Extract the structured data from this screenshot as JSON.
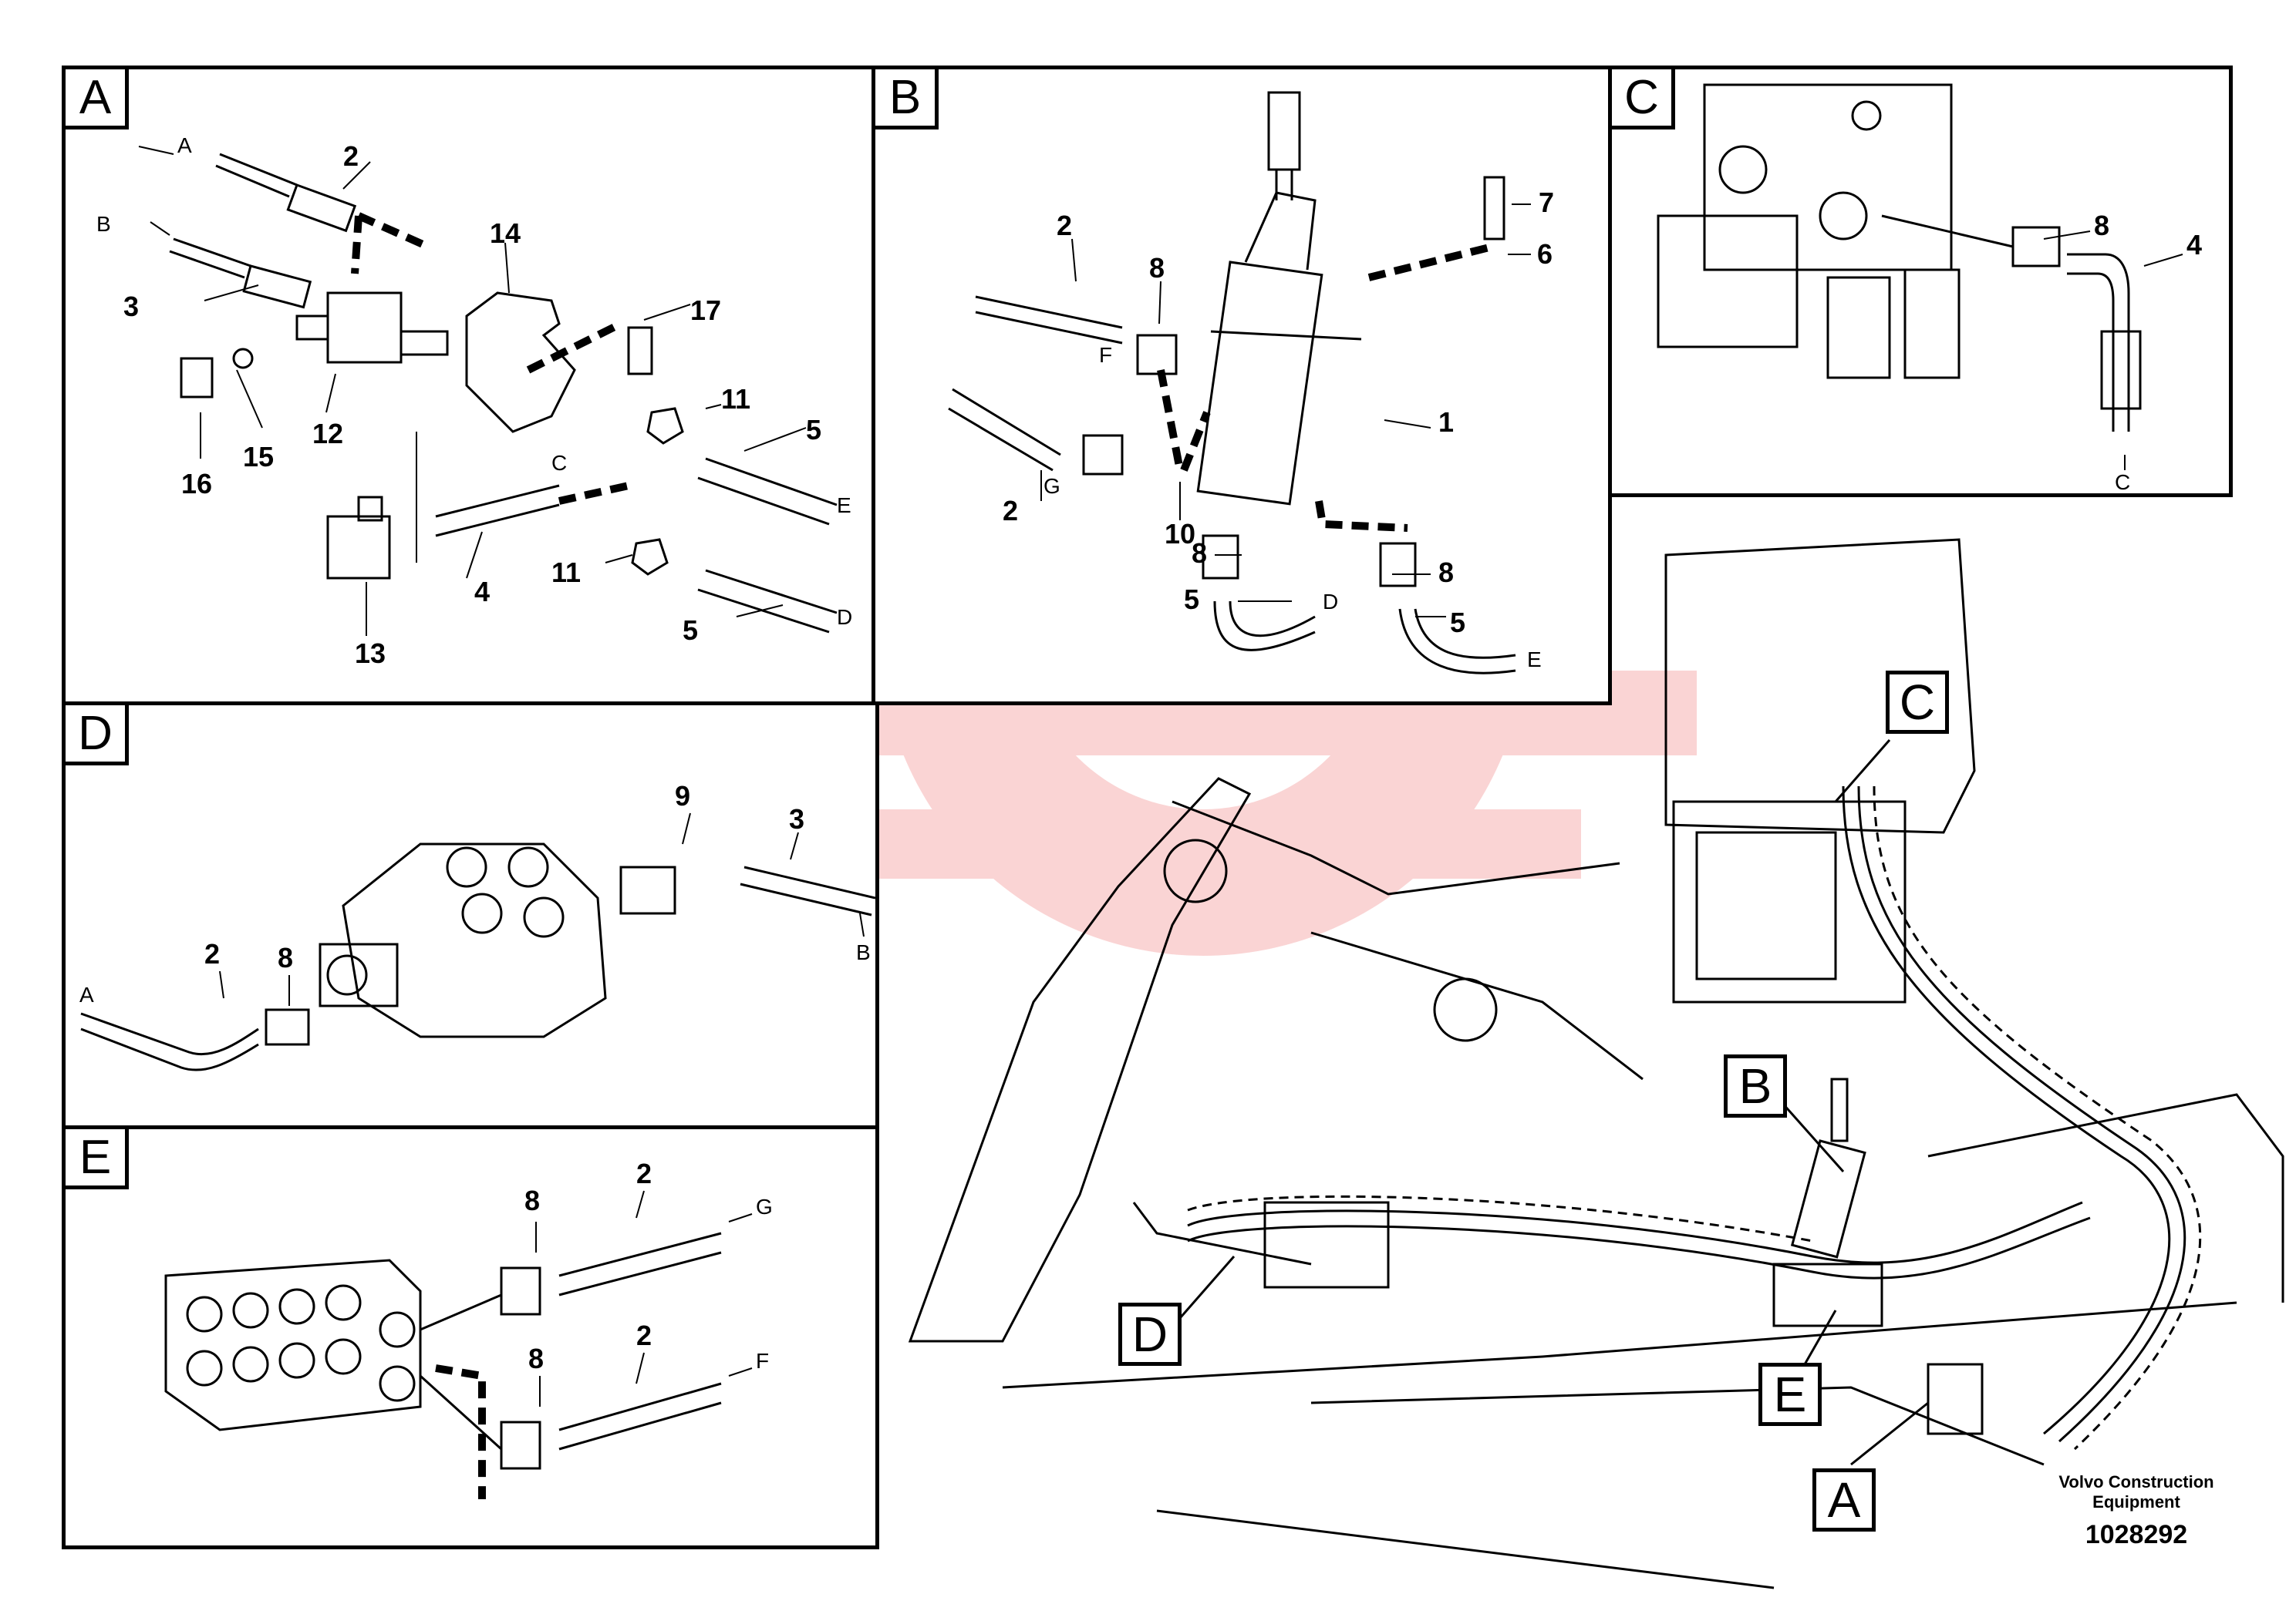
{
  "panels": {
    "A": {
      "label": "A",
      "parts": [
        "2",
        "3",
        "14",
        "17",
        "11",
        "5",
        "12",
        "15",
        "16",
        "4",
        "13",
        "11",
        "5"
      ],
      "ends": [
        "A",
        "B",
        "C",
        "E",
        "D"
      ]
    },
    "B": {
      "label": "B",
      "parts": [
        "2",
        "8",
        "7",
        "6",
        "1",
        "2",
        "10",
        "8",
        "8",
        "5",
        "5"
      ],
      "ends": [
        "F",
        "G",
        "D",
        "E"
      ]
    },
    "C": {
      "label": "C",
      "parts": [
        "8",
        "4"
      ],
      "ends": [
        "C"
      ]
    },
    "D": {
      "label": "D",
      "parts": [
        "9",
        "3",
        "2",
        "8"
      ],
      "ends": [
        "A",
        "B"
      ]
    },
    "E": {
      "label": "E",
      "parts": [
        "2",
        "8",
        "2",
        "8"
      ],
      "ends": [
        "G",
        "F"
      ]
    }
  },
  "callouts": [
    "C",
    "B",
    "D",
    "E",
    "A"
  ],
  "brand": {
    "line1": "Volvo Construction",
    "line2": "Equipment",
    "ref": "1028292"
  },
  "colors": {
    "line": "#000000",
    "watermark": "#e8191a"
  }
}
